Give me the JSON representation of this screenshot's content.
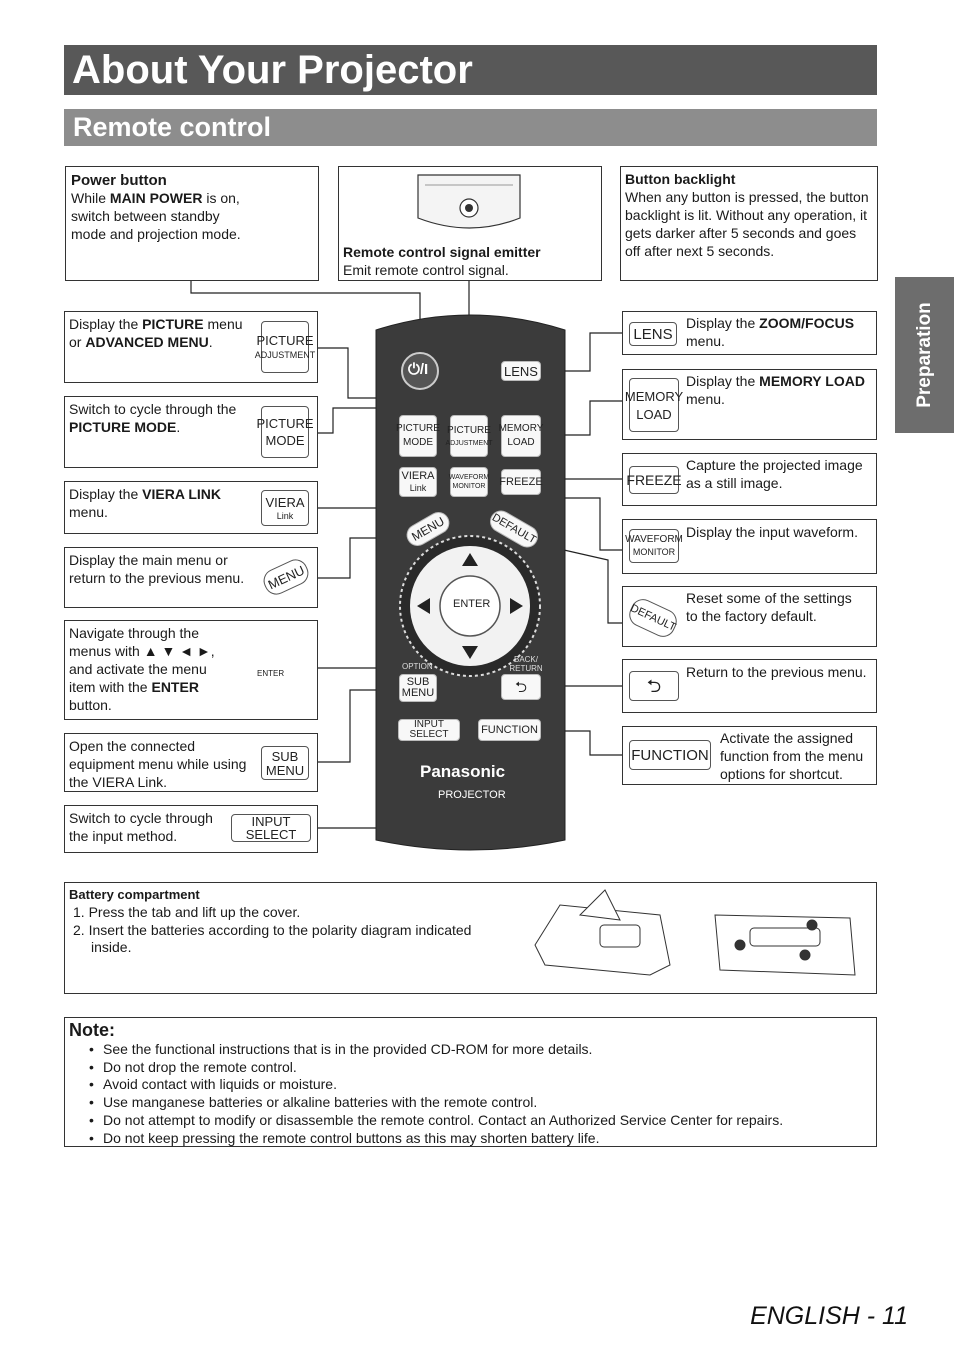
{
  "header": {
    "title": "About Your Projector",
    "subtitle": "Remote control",
    "side_tab": "Preparation"
  },
  "callouts": {
    "power": {
      "heading": "Power button",
      "line1_a": "While ",
      "line1_b": "MAIN POWER",
      "line1_c": " is on,",
      "line2": "switch between standby",
      "line3": "mode and projection mode."
    },
    "emitter": {
      "heading": "Remote control signal emitter",
      "text": "Emit remote control signal."
    },
    "backlight": {
      "heading": "Button backlight",
      "l1": "When any button is pressed, the button",
      "l2": "backlight is lit. Without any operation, it",
      "l3": "gets darker after 5 seconds and goes",
      "l4": "off after next 5 seconds."
    },
    "picture_adj": {
      "l1a": "Display the ",
      "l1b": "PICTURE",
      "l1c": " menu",
      "l2a": "or ",
      "l2b": "ADVANCED MENU",
      "l2c": "."
    },
    "picture_mode": {
      "l1": "Switch to cycle through the",
      "l2b": "PICTURE MODE",
      "l2c": "."
    },
    "viera": {
      "l1a": "Display the ",
      "l1b": "VIERA LINK",
      "l2": "menu."
    },
    "menu": {
      "l1": "Display the main menu or",
      "l2": "return to the previous menu."
    },
    "navigate": {
      "l1": "Navigate through the",
      "l2": "menus with ▲ ▼ ◄ ►,",
      "l3": "and activate the menu",
      "l4a": "item with the ",
      "l4b": "ENTER",
      "l5": "button."
    },
    "submenu": {
      "l1": "Open the connected",
      "l2": "equipment menu while using",
      "l3": "the VIERA Link."
    },
    "input": {
      "l1": "Switch to cycle through",
      "l2": "the input method."
    },
    "lens": {
      "l1a": "Display the ",
      "l1b": "ZOOM/FOCUS",
      "l2": "menu."
    },
    "memory": {
      "l1a": "Display the ",
      "l1b": "MEMORY LOAD",
      "l2": "menu."
    },
    "freeze": {
      "l1": "Capture the projected image",
      "l2": "as a still image."
    },
    "waveform": {
      "l1": "Display the input waveform."
    },
    "default": {
      "l1": "Reset some of the settings",
      "l2": "to the factory default."
    },
    "return": {
      "l1": "Return to the previous menu."
    },
    "function": {
      "l1": "Activate the assigned",
      "l2": "function from the menu",
      "l3": "options for shortcut."
    }
  },
  "keys": {
    "picture": "PICTURE",
    "adjustment": "ADJUSTMENT",
    "mode": "MODE",
    "viera": "VIERA",
    "link": "Link",
    "menu": "MENU",
    "enter": "ENTER",
    "sub": "SUB",
    "submenu": "MENU",
    "input_select": "INPUT SELECT",
    "lens": "LENS",
    "memory": "MEMORY",
    "load": "LOAD",
    "freeze": "FREEZE",
    "waveform": "WAVEFORM",
    "monitor": "MONITOR",
    "default": "DEFAULT",
    "function": "FUNCTION",
    "option": "OPTION",
    "back_return": "BACK/ RETURN",
    "power_symbol": "⏻/I",
    "return_symbol": "⮌"
  },
  "remote": {
    "brand": "Panasonic",
    "model": "PROJECTOR"
  },
  "battery": {
    "heading": "Battery compartment",
    "steps": [
      "1.  Press the tab and lift up the cover.",
      "2.  Insert the batteries according to the polarity diagram indicated",
      "inside."
    ]
  },
  "note": {
    "heading": "Note:",
    "items": [
      "See the functional instructions that is in the provided CD-ROM for more details.",
      "Do not drop the remote control.",
      "Avoid contact with liquids or moisture.",
      "Use manganese batteries or alkaline batteries with the remote control.",
      "Do not attempt to modify or disassemble the remote control. Contact an Authorized Service Center for repairs.",
      "Do not keep pressing the remote control buttons as this may shorten battery life."
    ]
  },
  "footer": {
    "page": "ENGLISH - 11"
  }
}
